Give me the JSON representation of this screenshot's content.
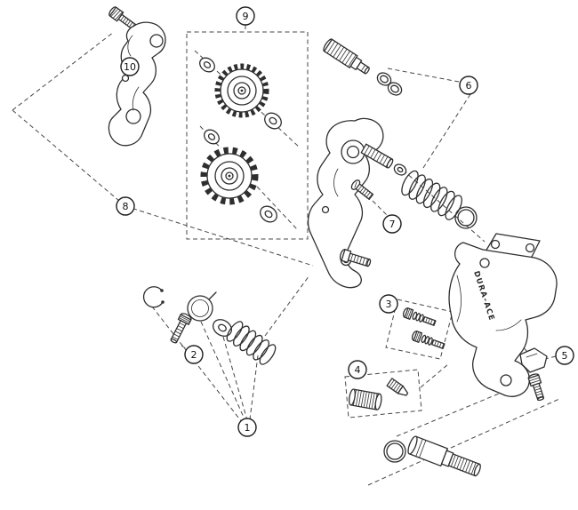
{
  "diagram": {
    "brand_label": "DURA-ACE",
    "callouts": [
      {
        "label": "1"
      },
      {
        "label": "2"
      },
      {
        "label": "3"
      },
      {
        "label": "4"
      },
      {
        "label": "5"
      },
      {
        "label": "6"
      },
      {
        "label": "7"
      },
      {
        "label": "8"
      },
      {
        "label": "9"
      },
      {
        "label": "10"
      }
    ]
  }
}
